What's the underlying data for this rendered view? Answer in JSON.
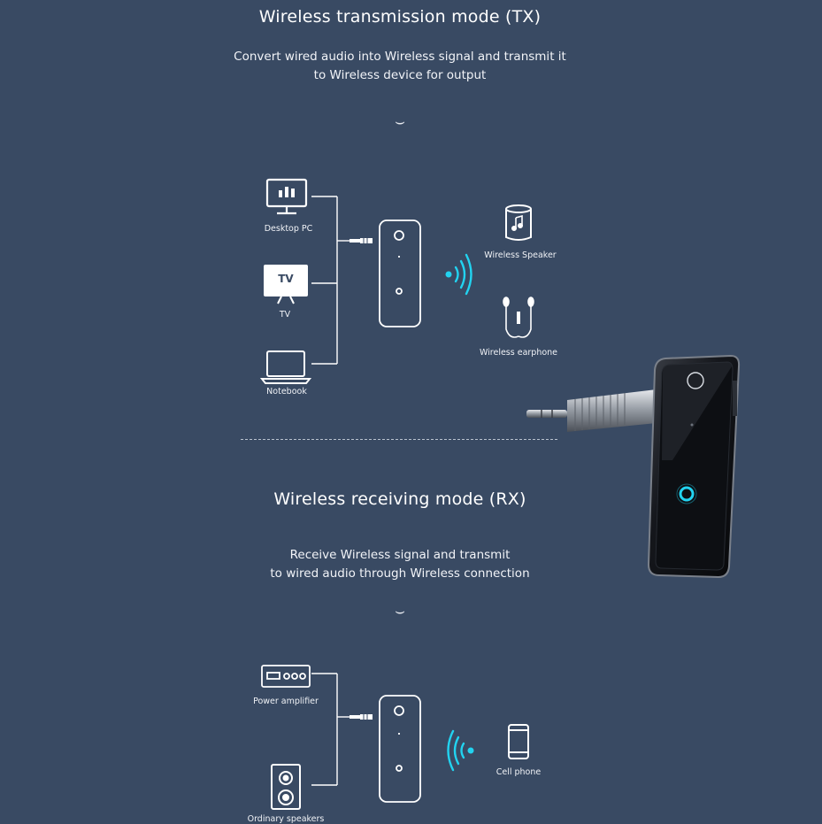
{
  "tx": {
    "title": "Wireless transmission mode (TX)",
    "description_line1": "Convert wired audio into Wireless signal and transmit it",
    "description_line2": "to Wireless device for output",
    "chevron": "⌣",
    "sources": [
      "Desktop PC",
      "TV",
      "Notebook"
    ],
    "tv_screen_text": "TV",
    "outputs": [
      "Wireless Speaker",
      "Wireless earphone"
    ]
  },
  "rx": {
    "title": "Wireless receiving mode (RX)",
    "description_line1": "Receive Wireless signal and transmit",
    "description_line2": "to wired audio through Wireless connection",
    "chevron": "⌣",
    "outputs": [
      "Power amplifier",
      "Ordinary speakers"
    ],
    "source": "Cell phone"
  },
  "colors": {
    "background": "#394a63",
    "line": "#ffffff",
    "signal": "#22d3f0",
    "device_body": "#1a1d24"
  },
  "icons": {
    "desktop": "desktop-pc-icon",
    "tv": "tv-icon",
    "notebook": "notebook-icon",
    "speaker": "wireless-speaker-icon",
    "earphone": "wireless-earphone-icon",
    "amplifier": "power-amplifier-icon",
    "ordinary_speaker": "ordinary-speaker-icon",
    "phone": "cell-phone-icon",
    "signal": "wireless-signal-icon",
    "adapter": "bluetooth-adapter-icon"
  }
}
